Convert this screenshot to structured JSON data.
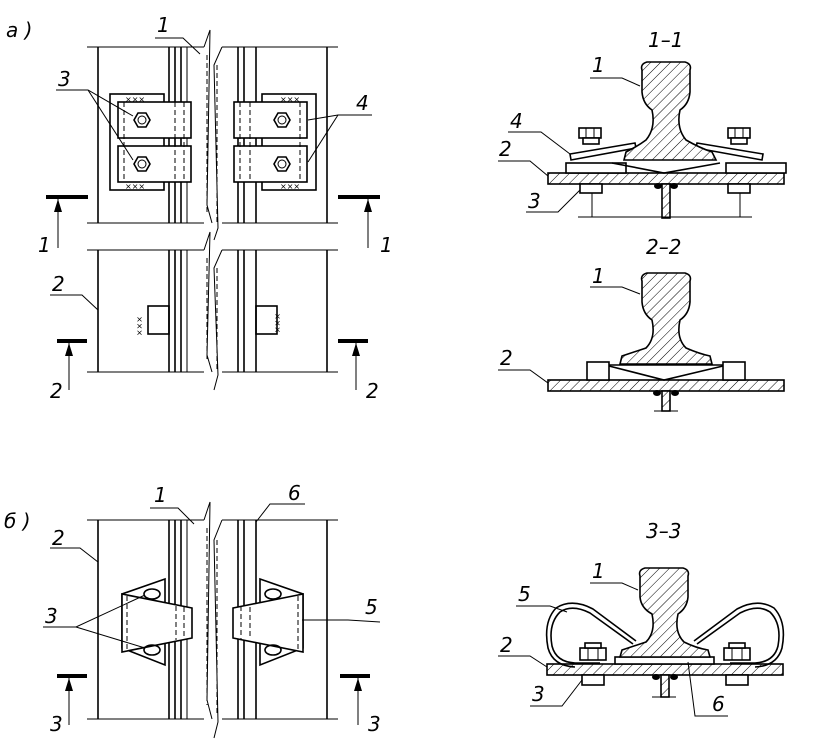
{
  "figure": {
    "panel_a_label": "а )",
    "panel_b_label": "б )"
  },
  "callouts": {
    "rail": "1",
    "plate": "2",
    "bolt": "3",
    "clamp": "4",
    "spring_clip": "5",
    "pad": "6"
  },
  "section_marks": {
    "s1": "1",
    "s2": "2",
    "s3": "3"
  },
  "section_titles": {
    "s1": "1–1",
    "s2": "2–2",
    "s3": "3–3"
  }
}
